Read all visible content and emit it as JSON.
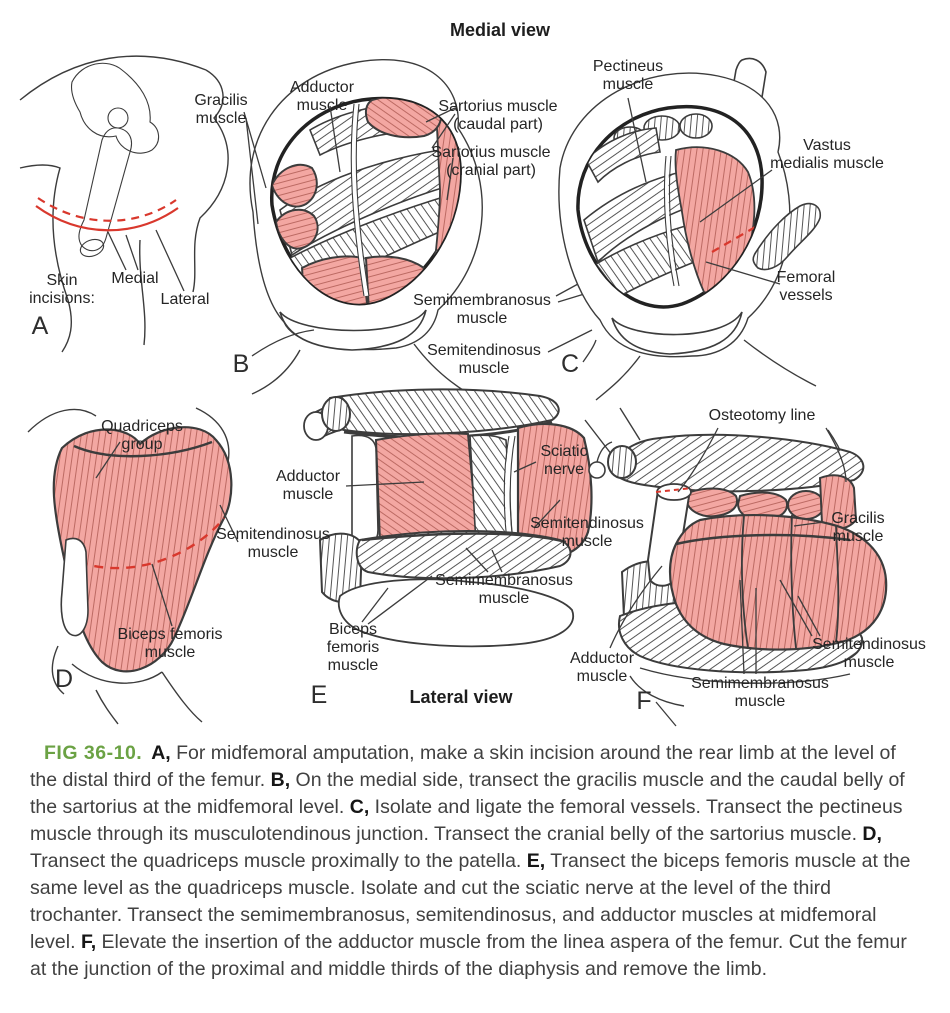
{
  "figure": {
    "medial_view": "Medial view",
    "lateral_view": "Lateral view"
  },
  "panels": {
    "A": {
      "letter": "A",
      "labels": {
        "skin_incisions": "Skin\nincisions:",
        "medial": "Medial",
        "lateral": "Lateral"
      }
    },
    "B": {
      "letter": "B",
      "labels": {
        "gracilis": "Gracilis\nmuscle",
        "adductor": "Adductor\nmuscle",
        "sartorius_caudal": "Sartorius muscle\n(caudal part)",
        "sartorius_cranial": "Sartorius muscle\n(cranial part)",
        "semimembranosus": "Semimembranosus\nmuscle",
        "semitendinosus": "Semitendinosus\nmuscle"
      }
    },
    "C": {
      "letter": "C",
      "labels": {
        "pectineus": "Pectineus\nmuscle",
        "vastus_medialis": "Vastus\nmedialis muscle",
        "femoral_vessels": "Femoral\nvessels"
      }
    },
    "D": {
      "letter": "D",
      "labels": {
        "quadriceps": "Quadriceps\ngroup",
        "semitendinosus": "Semitendinosus\nmuscle",
        "biceps_femoris": "Biceps femoris\nmuscle"
      }
    },
    "E": {
      "letter": "E",
      "labels": {
        "adductor": "Adductor\nmuscle",
        "sciatic": "Sciatic\nnerve",
        "semitendinosus": "Semitendinosus\nmuscle",
        "semimembranosus": "Semimembranosus\nmuscle",
        "biceps_femoris": "Biceps\nfemoris\nmuscle"
      }
    },
    "F": {
      "letter": "F",
      "labels": {
        "osteotomy": "Osteotomy line",
        "gracilis": "Gracilis\nmuscle",
        "semitendinosus": "Semitendinosus\nmuscle",
        "semimembranosus": "Semimembranosus\nmuscle",
        "adductor": "Adductor\nmuscle"
      }
    }
  },
  "caption": {
    "fig_label": "FIG 36-10.",
    "segments": [
      {
        "marker": "A,",
        "text": " For midfemoral amputation, make a skin incision around the rear limb at the level of the distal third of the femur. "
      },
      {
        "marker": "B,",
        "text": " On the medial side, transect the gracilis muscle and the caudal belly of the sartorius at the midfemoral level. "
      },
      {
        "marker": "C,",
        "text": " Isolate and ligate the femoral vessels. Transect the pectineus muscle through its musculotendinous junction. Transect the cranial belly of the sartorius muscle. "
      },
      {
        "marker": "D,",
        "text": " Transect the quadriceps muscle proximally to the patella. "
      },
      {
        "marker": "E,",
        "text": " Transect the biceps femoris muscle at the same level as the quadriceps muscle. Isolate and cut the sciatic nerve at the level of the third trochanter. Transect the semimembranosus, semitendinosus, and adductor muscles at midfemoral level. "
      },
      {
        "marker": "F,",
        "text": " Elevate the insertion of the adductor muscle from the linea aspera of the femur. Cut the femur at the junction of the proximal and middle thirds of the diaphysis and remove the limb."
      }
    ]
  },
  "colors": {
    "muscle_pink": "#f3a7a2",
    "incision_red": "#d9382d",
    "fig_label_green": "#6ba244",
    "outline": "#2d2d2d"
  }
}
